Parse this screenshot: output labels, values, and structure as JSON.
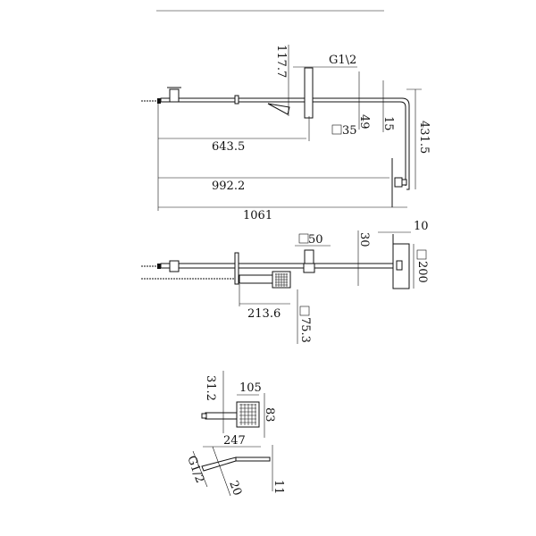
{
  "view_top": {
    "dims": {
      "d117": "117.7",
      "g12": "G1\\2",
      "d49": "49",
      "d15": "15",
      "d35": "35",
      "d431": "431.5",
      "d643": "643.5",
      "d992": "992.2",
      "d1061": "1061"
    }
  },
  "view_front": {
    "dims": {
      "d10": "10",
      "d30": "30",
      "d50": "50",
      "d200": "200",
      "d213": "213.6",
      "d75": "75.3"
    }
  },
  "view_hand": {
    "dims": {
      "d31": "31.2",
      "d105": "105",
      "d83": "83",
      "d247": "247",
      "g12": "G1/2",
      "d20": "20",
      "d11": "11"
    }
  }
}
